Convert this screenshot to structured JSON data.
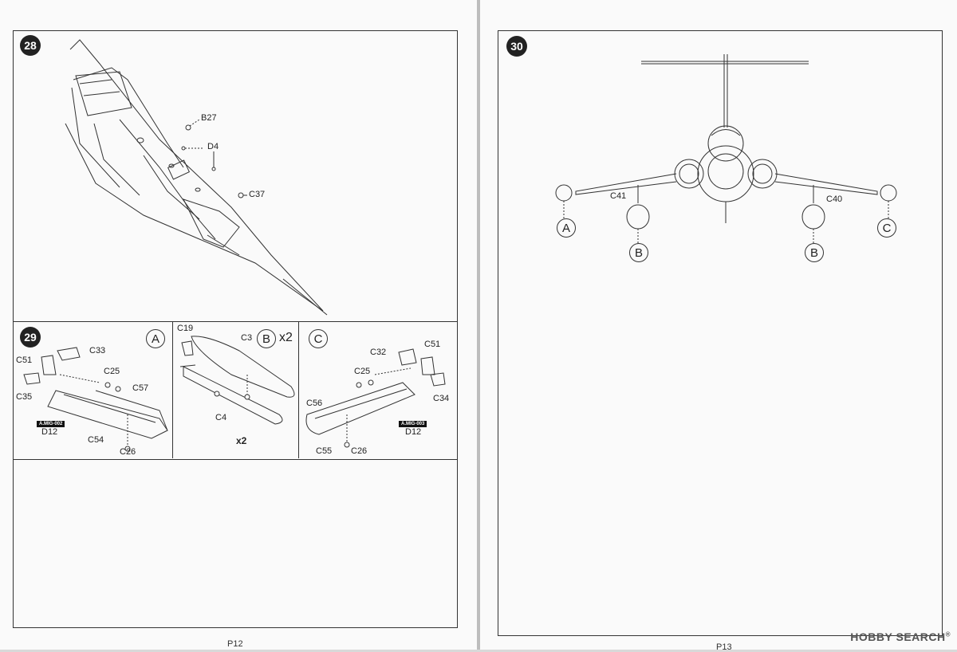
{
  "left_page": {
    "page_number": "P12",
    "step28": {
      "number": "28",
      "callouts": [
        "B27",
        "D4",
        "C37"
      ]
    },
    "step29": {
      "number": "29",
      "panel_a": {
        "variant": "A",
        "callouts": [
          "C33",
          "C51",
          "C25",
          "C57",
          "C35",
          "D12",
          "C54",
          "C26"
        ],
        "badge": "A.MIG-002"
      },
      "panel_b": {
        "variant": "B",
        "qty": "x2",
        "callouts": [
          "C19",
          "C3",
          "C4"
        ],
        "bottom_qty": "x2"
      },
      "panel_c": {
        "variant": "C",
        "callouts": [
          "C32",
          "C51",
          "C25",
          "C56",
          "C34",
          "D12",
          "C55",
          "C26"
        ],
        "badge": "A.MIG-003"
      }
    }
  },
  "right_page": {
    "page_number": "P13",
    "step30": {
      "number": "30",
      "callouts": [
        "C41",
        "C40"
      ],
      "stations": [
        "A",
        "B",
        "B",
        "C"
      ]
    }
  },
  "watermark": {
    "brand": "HOBBY SEARCH",
    "reg": "®"
  },
  "colors": {
    "paper": "#fafafa",
    "line": "#333333",
    "badge": "#111111"
  }
}
